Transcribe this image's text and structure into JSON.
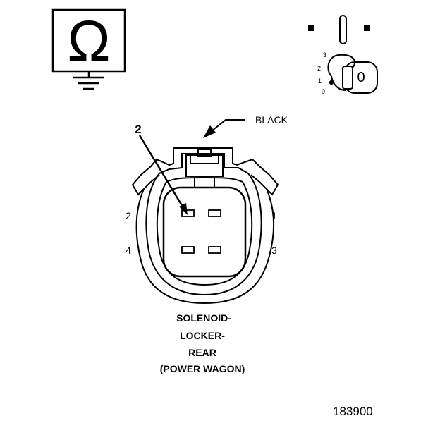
{
  "meter": {
    "symbol": "Ω"
  },
  "ignition": {
    "positions": [
      "3",
      "2",
      "1",
      "0"
    ],
    "key_label": "0"
  },
  "connector": {
    "wire_color": "BLACK",
    "callout": "2",
    "pins": [
      "2",
      "1",
      "4",
      "3"
    ]
  },
  "caption": {
    "lines": [
      "SOLENOID-",
      "LOCKER-",
      "REAR",
      "(POWER WAGON)"
    ]
  },
  "figure_id": "183900"
}
